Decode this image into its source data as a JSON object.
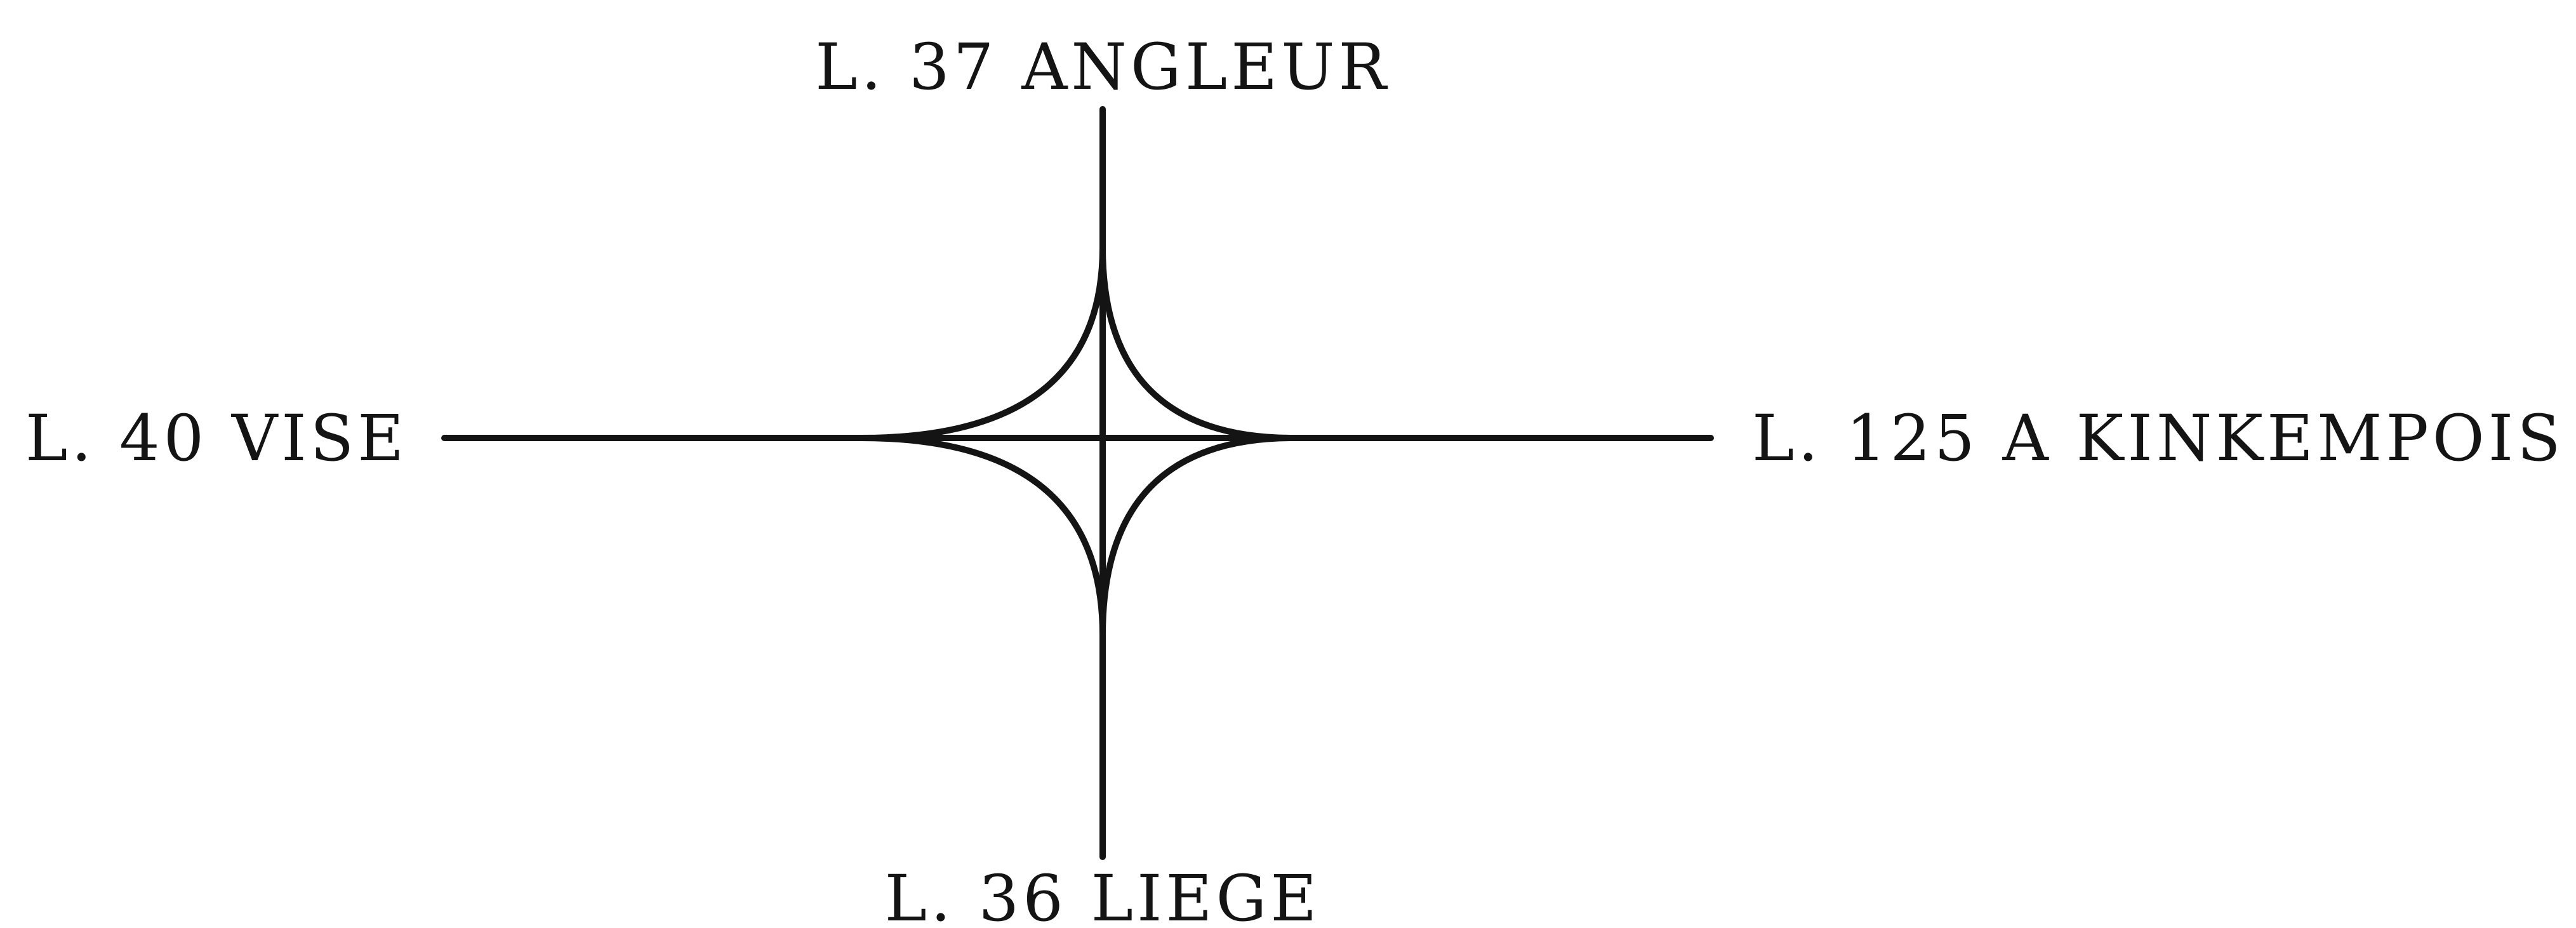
{
  "diagram": {
    "labels": {
      "north": "L. 37 ANGLEUR",
      "west": "L. 40 VISE",
      "east": "L. 125 A KINKEMPOIS",
      "south": "L. 36 LIEGE"
    },
    "colors": {
      "ink": "#141414",
      "background": "#ffffff"
    }
  }
}
